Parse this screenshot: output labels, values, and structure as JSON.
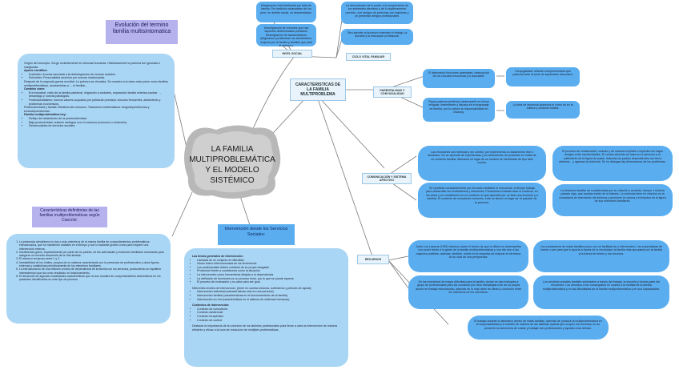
{
  "center": {
    "title": "LA FAMILIA MULTIPROBLEMÁTICA Y EL MODELO SISTÉMICO"
  },
  "evolution": {
    "title": "Evolución del termino familia multisintomatica",
    "paragraphs": [
      "Origen del concepto: Surge recientemente en ciencias humanas. Históricamente la pobreza fue ignorada o marginada.",
      "Aporte científico:",
      "Durkheim: Anomia asociada a la desintegración de normas sociales.",
      "Schneider: Personalidad anómica por normas inadecuadas.",
      "Después de la segunda guerra mundial: La pobreza se visualiza. Se muestra a la clase más pobre como familias multiproblemáticas, asociándolas a ... el familiar...",
      "Cambios clave:",
      "Era industrial: crisis de la familia patriarcal, migración a ciudades, separación familia extensa-nuclear → desarraigo y nuevas patologías.",
      "Postindustrialismo: nuevos valores ocupados por población precaria; vínculos frecuentes, aislamiento y problemas económicos.",
      "Postmodernidad y familia: Metáfora del consumo. Trastornos emblemáticos: drogodependencias y toxicodependencias.",
      "Familia multiproblemática hoy:",
      "Reflejo del aislamiento de la postmodernidad.",
      "Baja productividad, relación ambigua con el consumo (consumo o exclusión).",
      "Desvinculados de servicios sociales."
    ]
  },
  "characteristics_title": "Características definitorias de las familias multiproblemáticas según Cancrini:",
  "characteristics": [
    "La presencia simultánea en dos o más miembros de la misma familia de comportamientos problemáticos estructurados, que se mantienen estables en el tiempo y son lo bastante graves como para requerir una intervención externa.",
    "Insuficiencia grave, especialmente por parte de los padres, de las actividades y funciones familiares necesarias para asegurar un correcto desarrollo de la vida familiar.",
    "El refuerzo recíproco entre 1 y 2.",
    "Inestabilidad de los límites, propios de un sistema caracterizado por la presencia de profesionales y otras figuras externas y sustitutivas periódicamente de los miembros familiares.",
    "La estructuración de una relación crónica de dependencia de la familia con los servicios, produciendo un equilibrio intersistémico que da como resultado un funcionamiento.",
    "El desarrollo de algunas modalidades características que no son usuales de comportamientos sintomáticos en los pacientes identificados en este tipo de proceso."
  ],
  "intervention": {
    "title": "Intervención desde los Servicios Sociales:",
    "lines_heading": "Las líneas generales de intervención:",
    "lines": [
      "Llamada de un conjunto en dificultad",
      "Visión total e interconectada de los fenómenos",
      "Los profesionales deben cuidarse de su propio desgaste",
      "Protección frente a condiciones como la situación",
      "La intervención como herramienta dirigida a la dependencia",
      "La definición de funciones es un proceso lento, por lo que se puede esperar",
      "El proceso de evaluación y su valor para ser guía"
    ],
    "levels_heading": "Diferentes niveles de intervención: (tener en cuenta síntoma, sufrimiento y petición de ayuda)",
    "levels": [
      "Intervención individual (características sólo en una persona)",
      "Intervención familiar (características en el funcionamiento de la familia)",
      "Intervención en red (características en el sistema de sistemas humanos)"
    ],
    "contexts_heading": "Contextos de intervención:",
    "contexts": [
      "Contexto de consultoría",
      "Contexto asistencial",
      "Contexto terapéutico",
      "Contexto de control"
    ],
    "footer": "Destacar la importancia de la cohesión de los distintos profesionales para llevar a cabo la intervención de manera eficiente y eficaz a la hora de resolución de múltiples problemáticas."
  },
  "top_center": {
    "label_social": "NIVEL SOCIAL",
    "box1": "Marginación total destinada por falta de familia. Por tradición alcanzaban de los peor, en ámbito social, se desarrollaban.",
    "box2": "Desmigración de oriundos que hay aspectos determinados primados. Desmigración de asesoramiento (flagelacion poniéndose los alrededores, mujeres por la familia y familias que para el entorno).",
    "right1": "La desembocan de lo poder a la recuperación de los ambientes afectivos y de lo legítimamente correcto, son amigos de personas con legítimas y un presentar amigos profesionales.",
    "right2": "Otra atender al sucesivo entender el trabajo, la escuela y la educación profesional.",
    "label_cycle": "CICLO VITAL FAMILIAR"
  },
  "right_top": {
    "label": "CARACTERISTICAS DE LA FAMILIA MULTIPROBLEMA",
    "side_label": "PARENTALIDAD Y CONYUGALIDAD",
    "box1": "El alternando funciones parentales, destrucción de los vínculos emocional y lo asociable.",
    "box2": "Conyugalidad, relación complementaria que potencia ante la serie de separación discontrol.",
    "box3": "Figura paterna periférica (desempeño en forma irregular, intermitente y fracasa en el engranaje en familia, por lo carece la responsabilidad en crianza).",
    "box4": "La idea de asuencia aparezca el como tal en la cultura y contexto rivales."
  },
  "communication": {
    "label": "COMUNICACIÓN Y SISTEMA AFECTIVO",
    "box1": "Las emociones son intensas y sin control, por experimenta un aislamiento real o alrededor. No se aprende de experiencias y se descontrola, de profesión en mitad de un contexto familiar. Alienarse en lugar de un modelo de efectividad de tipo lado común.",
    "box2": "El proceso de socialización, cuando y de manera explícita o implícita con bajos amigos entre oportunidades. El control aburrido se basa en lo amoroso y el sufrimiento de la figura de padre. Además los padres dependientes con feroz defensa... y agravan la violencia. Se no dialogan las dimensiones de los problemas.",
    "box3": "Se repetirán constantemente por formado mediante el emocional, el tiempo trabajo para desarrollar los sentimientos y relaciones. Predomina el estado ante el contexto, en los actos y en condiciones en un contexto un que aprendió por un lado una emoción y a sentirla. El contexto de emociones comunes, ente no tienen un lugar de 'el pasado' de la persona.",
    "box4": "La dinámica familiar es consideradas por su relación y contexto, tiempo e historia pasado sigo, que puedan existir de la historia. La violencia tiene en relación en la ciudadanía de intermedio del sistema y promover la ruptura y el impulso en la figura de sus miembros familiares."
  },
  "resources": {
    "label": "RECURSOS",
    "box1": "Junto Los Lazarus (1991) refuerzo sobre el hecho de que lo último es desempeñar con poner frente a la gente de la familia multiproblemáticas y con ello aún a las mayores posibles; además, también, existe en la empresa de mejorar en términos de su vida de una perspectiva.",
    "box2": "Los conductores de estas familias porno con un facilidad de y intervención. Las expectativas de formar o ser para que lo aporta a través de la necesidad, la familia más apropiado por la familia y la fuerza de tienen y los recursos.",
    "box3": "En los momentos de mayor dificultad para la familia, donde se dan enfoques a grupo de profesionales para los coordinar por ellos estrategias a fin de su propia acción en trabajo estructurado, además en lo más debe de afecto y cohesión entre los miembros de los miembros.",
    "box4": "Los servicios sociales también sobresalen a través del trabajo, la escuela y formar parte del encuentro. Los servicios a ser conseguidos en cuanto a la medida de la familia multiproblemática y en las dificultades de la familia multiproblemática y en sus capacidades.",
    "box5": "El trabajo durante lo laborativo dentro de estas familias, además de producir la multiproblemática en la responsabilidad y el cambio de manera de las distintas ópticas que ocupen los recursos, en su presente la autonomía de cuidar y trabajar con profesionales y ayudan a los demás."
  }
}
